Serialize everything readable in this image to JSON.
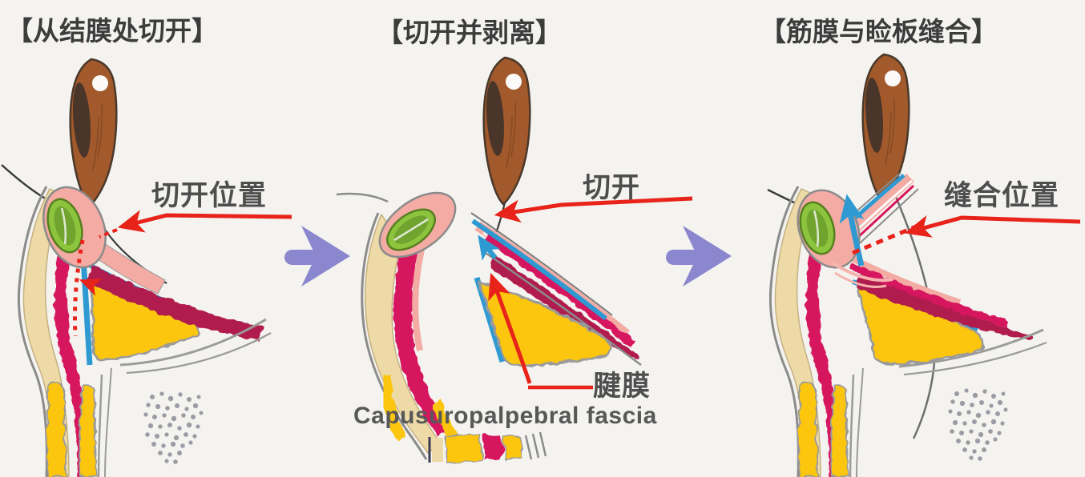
{
  "figure": {
    "type": "surgical-procedure-diagram",
    "subject": "eyelid surgery cross-section steps"
  },
  "panels": [
    {
      "title": "【从结膜处切开】",
      "labels": {
        "incision_position": "切开位置"
      }
    },
    {
      "title": "【切开并剥离】",
      "labels": {
        "incision": "切开",
        "aponeurosis": "腱膜",
        "fascia_en": "Capusuropalpebral fascia"
      }
    },
    {
      "title": "【筋膜与睑板缝合】",
      "labels": {
        "suture_position": "缝合位置"
      }
    }
  ],
  "icons": {
    "transition_arrow": "right-chevron-arrow"
  },
  "colors": {
    "background": "#f4f3f0",
    "title_text": "#3c3c3c",
    "label_text": "#4e4e4e",
    "annotation_red": "#e8231a",
    "transition_arrow_purple": "#8a87cf",
    "fascia_blue": "#2f9ad2",
    "muscle_crimson": "#d6185e",
    "deep_band_crimson": "#b01c4e",
    "fat_yellow": "#fbc60f",
    "tarsus_green": "#8cc43e",
    "skin_pink": "#f4aba4",
    "skin_beige": "#eedaa6",
    "eyeball_brown": "#a2592b",
    "pupil_dark_brown": "#41322a",
    "outline_gray": "#8b8b8b",
    "speckle_gray": "#9b9ba3"
  }
}
